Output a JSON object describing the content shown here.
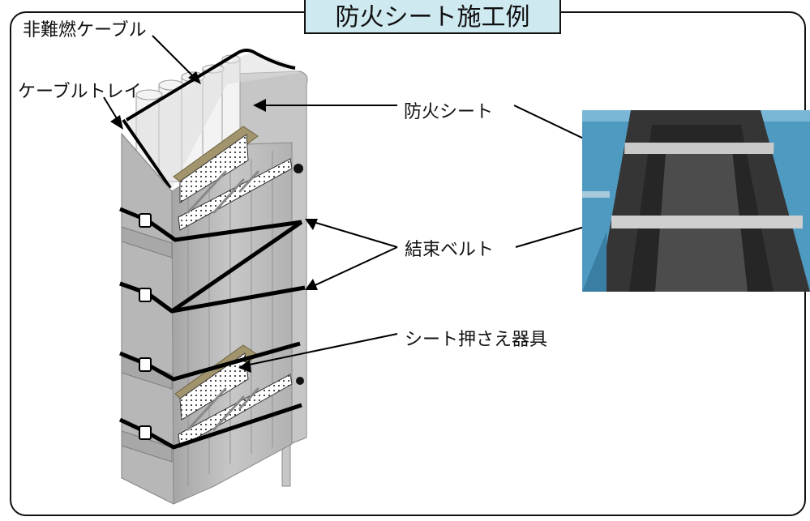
{
  "title": "防火シート施工例",
  "labels": {
    "cable": "非難燃ケーブル",
    "tray": "ケーブルトレイ",
    "fire_sheet": "防火シート",
    "belt": "結束ベルト",
    "clamp": "シート押さえ器具"
  },
  "colors": {
    "title_bg": "#cfe9f1",
    "sheet_gray": "#b9b9b9",
    "sheet_dark": "#969696",
    "clamp_khaki": "#a2956d",
    "photo_bg": "#4f9ac0"
  }
}
